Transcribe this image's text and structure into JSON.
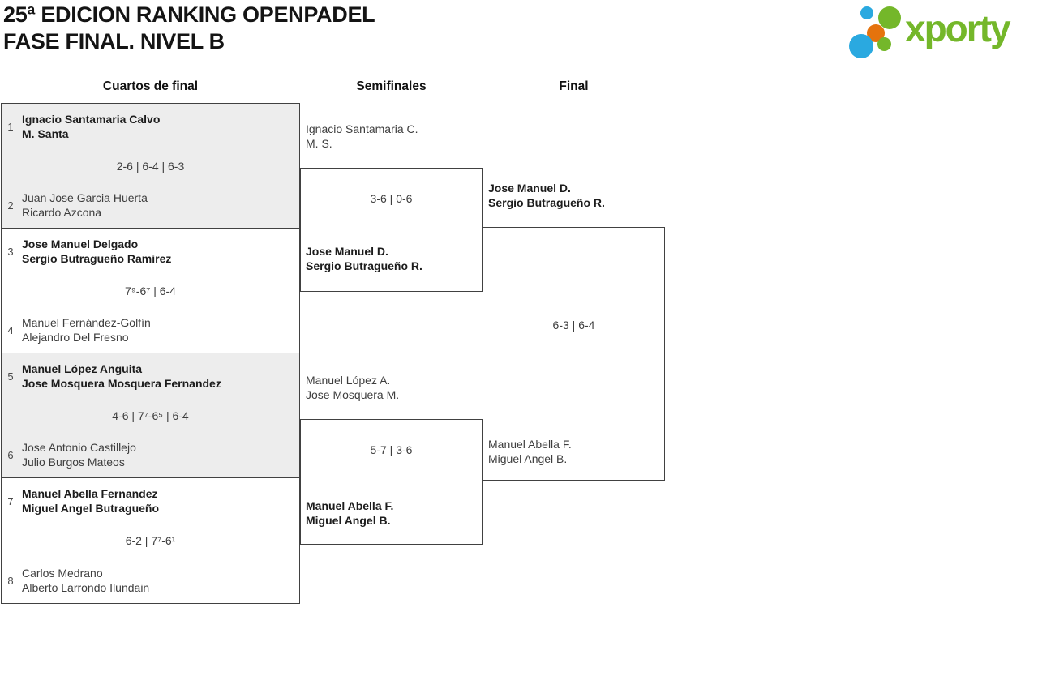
{
  "page": {
    "title_line1": "25ª EDICION RANKING OPENPADEL",
    "title_line2": "FASE FINAL. NIVEL B"
  },
  "logo": {
    "text": "xporty",
    "colors": {
      "green": "#74b72a",
      "blue": "#2aa9e0",
      "orange": "#e5730d"
    }
  },
  "round_headers": {
    "quarterfinals": "Cuartos de final",
    "semifinals": "Semifinales",
    "final": "Final"
  },
  "colors": {
    "match_box_alt_background": "#ededed",
    "border": "#414141",
    "winner_text": "#1c1c1c",
    "regular_text": "#3e3e3e"
  },
  "quarterfinals": [
    {
      "top": {
        "seed": "1",
        "name_line1": "Ignacio Santamaria Calvo",
        "name_line2": "M. Santa",
        "winner": true
      },
      "score": "2-6 | 6-4 | 6-3",
      "bottom": {
        "seed": "2",
        "name_line1": "Juan Jose Garcia Huerta",
        "name_line2": "Ricardo Azcona",
        "winner": false
      }
    },
    {
      "top": {
        "seed": "3",
        "name_line1": "Jose Manuel Delgado",
        "name_line2": "Sergio Butragueño Ramirez",
        "winner": true
      },
      "score": "7⁹-6⁷ | 6-4",
      "bottom": {
        "seed": "4",
        "name_line1": "Manuel Fernández-Golfín",
        "name_line2": "Alejandro Del Fresno",
        "winner": false
      }
    },
    {
      "top": {
        "seed": "5",
        "name_line1": "Manuel López Anguita",
        "name_line2": "Jose Mosquera Mosquera Fernandez",
        "winner": true
      },
      "score": "4-6 | 7⁷-6⁵ | 6-4",
      "bottom": {
        "seed": "6",
        "name_line1": "Jose Antonio Castillejo",
        "name_line2": "Julio Burgos Mateos",
        "winner": false
      }
    },
    {
      "top": {
        "seed": "7",
        "name_line1": "Manuel Abella Fernandez",
        "name_line2": "Miguel Angel Butragueño",
        "winner": true
      },
      "score": "6-2 | 7⁷-6¹",
      "bottom": {
        "seed": "8",
        "name_line1": "Carlos Medrano",
        "name_line2": "Alberto Larrondo Ilundain",
        "winner": false
      }
    }
  ],
  "semifinals": [
    {
      "top": {
        "name_line1": "Ignacio Santamaria C.",
        "name_line2": "M. S.",
        "winner": false
      },
      "score": "3-6 | 0-6",
      "bottom": {
        "name_line1": "Jose Manuel D.",
        "name_line2": "Sergio Butragueño R.",
        "winner": true
      }
    },
    {
      "top": {
        "name_line1": "Manuel López A.",
        "name_line2": "Jose Mosquera M.",
        "winner": false
      },
      "score": "5-7 | 3-6",
      "bottom": {
        "name_line1": "Manuel Abella F.",
        "name_line2": "Miguel Angel B.",
        "winner": true
      }
    }
  ],
  "final": {
    "top": {
      "name_line1": "Jose Manuel D.",
      "name_line2": "Sergio Butragueño R.",
      "winner": true
    },
    "score": "6-3 | 6-4",
    "bottom": {
      "name_line1": "Manuel Abella F.",
      "name_line2": "Miguel Angel B.",
      "winner": false
    }
  }
}
